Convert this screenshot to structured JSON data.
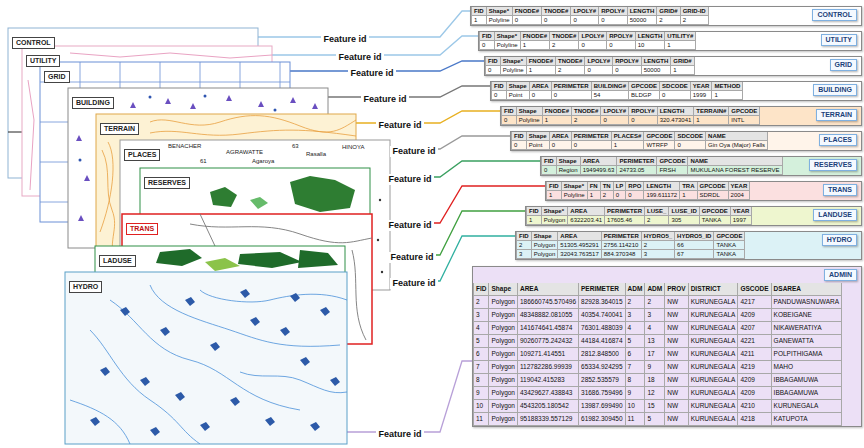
{
  "diagram": {
    "nodes": [
      {
        "text": [
          "CONTROL"
        ]
      },
      {
        "text": [
          "UTILITY"
        ]
      },
      {
        "text": [
          "GRID"
        ]
      },
      {
        "text": [
          "BUILDING"
        ]
      },
      {
        "text": [
          "TERRAIN"
        ]
      },
      {
        "text": [
          "PLACES"
        ]
      },
      {
        "text": [
          "RESERVES"
        ]
      },
      {
        "text": [
          "TRANS"
        ]
      },
      {
        "text": [
          "LADUSE"
        ]
      },
      {
        "text": [
          "HYDRO"
        ]
      },
      {
        "text": [
          "CONTROL",
          "FID",
          "Shape*",
          "FNODE#",
          "TNODE#",
          "LPOLY#",
          "RPOLY#",
          "LENGTH",
          "GRID#",
          "GRID-ID",
          "1",
          "Polyline",
          "0",
          "0",
          "0",
          "0",
          "50000",
          "2",
          "2"
        ]
      },
      {
        "text": [
          "UTILITY",
          "FID",
          "Shape*",
          "FNODE#",
          "TNODE#",
          "LPOLY#",
          "RPOLY#",
          "LENGTH",
          "UTILITY#",
          "0",
          "Polyline",
          "1",
          "2",
          "0",
          "0",
          "10",
          "1"
        ]
      },
      {
        "text": [
          "GRID",
          "FID",
          "Shape*",
          "FNODE#",
          "TNODE#",
          "LPOLY#",
          "RPOLY#",
          "LENGTH",
          "GRID#",
          "0",
          "Polyline",
          "1",
          "2",
          "0",
          "0",
          "50000",
          "1"
        ]
      },
      {
        "text": [
          "BUILDING",
          "FID",
          "Shape",
          "AREA",
          "PERIMETER",
          "BUILDING#",
          "GPCODE",
          "SDCODE",
          "YEAR",
          "METHOD",
          "0",
          "Point",
          "0",
          "0",
          "54",
          "BLDGP",
          "0",
          "1999",
          "1"
        ]
      },
      {
        "text": [
          "TERRAIN",
          "FID",
          "Shape",
          "FNODE#",
          "TNODE#",
          "LPOLY#",
          "RPOLY#",
          "LENGTH",
          "TERRAIN#",
          "GPCODE",
          "0",
          "Polyline",
          "1",
          "2",
          "0",
          "0",
          "320.473041",
          "1",
          "INTL"
        ]
      },
      {
        "text": [
          "PLACES",
          "FID",
          "Shape",
          "AREA",
          "PERIMETER",
          "PLACES#",
          "GPCODE",
          "SDCODE",
          "NAME",
          "0",
          "Point",
          "0",
          "0",
          "1",
          "WTRFP",
          "0",
          "Gin Oya (Major) Falls"
        ]
      },
      {
        "text": [
          "RESERVES",
          "FID",
          "Shape",
          "AREA",
          "PERIMETER",
          "GPCODE",
          "NAME",
          "0",
          "Region",
          "1949499.63",
          "24733.05",
          "FRSH",
          "MUKULANA FOREST RESERVE"
        ]
      },
      {
        "text": [
          "TRANS",
          "FID",
          "Shape*",
          "FN",
          "TN",
          "LP",
          "RPO",
          "LENGTH",
          "TRA",
          "GPCODE",
          "YEAR",
          "1",
          "Polyline",
          "1",
          "2",
          "0",
          "0",
          "199.611172",
          "1",
          "SDRDL",
          "2004"
        ]
      },
      {
        "text": [
          "LANDUSE",
          "FID",
          "Shape*",
          "AREA",
          "PERIMETER",
          "LUSE_",
          "LUSE_ID",
          "GPCODE",
          "YEAR",
          "1",
          "Polygon",
          "6322203.41",
          "17605.46",
          "2",
          "305",
          "TANKA",
          "1997"
        ]
      },
      {
        "text": [
          "HYDRO",
          "FID",
          "Shape",
          "AREA",
          "PERIMETER",
          "HYDRO5_",
          "HYDRO5_ID",
          "GPCODE",
          "2",
          "Polygon",
          "51305.495291",
          "2756.114210",
          "2",
          "66",
          "TANKA",
          "3",
          "Polygon",
          "32043.763517",
          "884.370348",
          "3",
          "67",
          "TANKA"
        ]
      },
      {
        "text": [
          "ADMIN",
          "FID",
          "Shape",
          "AREA",
          "PERIMETER",
          "ADM",
          "ADM",
          "PROV",
          "DISTRICT",
          "GSCODE",
          "DSAREA",
          "2",
          "Polygon",
          "186660745.570496",
          "82928.364015",
          "2",
          "2",
          "NW",
          "KURUNEGALA",
          "4217",
          "PANDUWASNUWARA",
          "3",
          "Polygon",
          "48348882.081055",
          "40354.740041",
          "3",
          "3",
          "NW",
          "KURUNEGALA",
          "4209",
          "KOBEIGANE",
          "4",
          "Polygon",
          "141674641.45874",
          "76301.488039",
          "4",
          "4",
          "NW",
          "KURUNEGALA",
          "4207",
          "NIKAWERATIYA",
          "5",
          "Polygon",
          "90260775.242432",
          "44184.416874",
          "5",
          "13",
          "NW",
          "KURUNEGALA",
          "4221",
          "GANEWATTA",
          "6",
          "Polygon",
          "109271.414551",
          "2812.848500",
          "6",
          "17",
          "NW",
          "KURUNEGALA",
          "4211",
          "POLPITHIGAMA",
          "7",
          "Polygon",
          "112782286.99939",
          "65334.924295",
          "7",
          "9",
          "NW",
          "KURUNEGALA",
          "4219",
          "MAHO",
          "8",
          "Polygon",
          "119042.415283",
          "2852.535579",
          "8",
          "18",
          "NW",
          "KURUNEGALA",
          "4209",
          "IBBAGAMUWA",
          "9",
          "Polygon",
          "43429627.438843",
          "31686.759496",
          "9",
          "12",
          "NW",
          "KURUNEGALA",
          "4209",
          "IBBAGAMUWA",
          "10",
          "Polygon",
          "4543205.180542",
          "13987.699490",
          "10",
          "15",
          "NW",
          "KURUNEGALA",
          "4210",
          "KURUNEGALA",
          "11",
          "Polygon",
          "95188339.557129",
          "61982.309450",
          "11",
          "5",
          "NW",
          "KURUNEGALA",
          "4218",
          "KATUPOTA"
        ]
      }
    ],
    "edges": [
      {
        "from": 0,
        "to": 10,
        "label": "Feature id",
        "arrow": "none"
      },
      {
        "from": 1,
        "to": 11,
        "label": "Feature id",
        "arrow": "none"
      },
      {
        "from": 2,
        "to": 12,
        "label": "Feature id",
        "arrow": "none"
      },
      {
        "from": 3,
        "to": 13,
        "label": "Feature id",
        "arrow": "none"
      },
      {
        "from": 4,
        "to": 14,
        "label": "Feature id",
        "arrow": "none"
      },
      {
        "from": 5,
        "to": 15,
        "label": "Feature id",
        "arrow": "none"
      },
      {
        "from": 6,
        "to": 16,
        "label": "Feature id",
        "arrow": "none"
      },
      {
        "from": 7,
        "to": 17,
        "label": "Feature id",
        "arrow": "none"
      },
      {
        "from": 8,
        "to": 18,
        "label": "Feature id",
        "arrow": "none"
      },
      {
        "from": 9,
        "to": 19,
        "label": "Feature id",
        "arrow": "none"
      },
      {
        "from": 9,
        "to": 20,
        "label": "Feature id",
        "arrow": "none"
      }
    ],
    "labels": [
      "BENACHER",
      "AGRAWATTE",
      "63",
      "Rasalla",
      "HINOYA",
      "61",
      "Agaroya"
    ]
  }
}
